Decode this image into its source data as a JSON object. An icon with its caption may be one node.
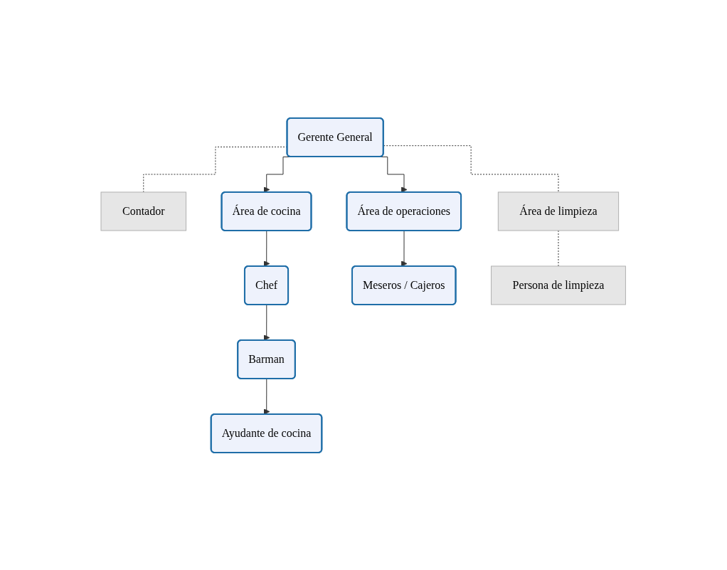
{
  "diagram": {
    "nodes": [
      {
        "text": [
          "Gerente General"
        ]
      },
      {
        "text": [
          "Contador"
        ]
      },
      {
        "text": [
          "Área de cocina"
        ]
      },
      {
        "text": [
          "Área de operaciones"
        ]
      },
      {
        "text": [
          "Área de limpieza"
        ]
      },
      {
        "text": [
          "Chef"
        ]
      },
      {
        "text": [
          "Meseros / Cajeros"
        ]
      },
      {
        "text": [
          "Persona de limpieza"
        ]
      },
      {
        "text": [
          "Barman"
        ]
      },
      {
        "text": [
          "Ayudante de cocina"
        ]
      }
    ],
    "edges": [
      {
        "from": 0,
        "to": 1,
        "arrow": "none",
        "style": "dashed"
      },
      {
        "from": 0,
        "to": 2,
        "arrow": "to"
      },
      {
        "from": 0,
        "to": 3,
        "arrow": "to"
      },
      {
        "from": 0,
        "to": 4,
        "arrow": "none",
        "style": "dashed"
      },
      {
        "from": 2,
        "to": 5,
        "arrow": "to"
      },
      {
        "from": 5,
        "to": 8,
        "arrow": "to"
      },
      {
        "from": 8,
        "to": 9,
        "arrow": "to"
      },
      {
        "from": 3,
        "to": 6,
        "arrow": "to"
      },
      {
        "from": 4,
        "to": 7,
        "arrow": "none",
        "style": "dashed"
      }
    ]
  }
}
